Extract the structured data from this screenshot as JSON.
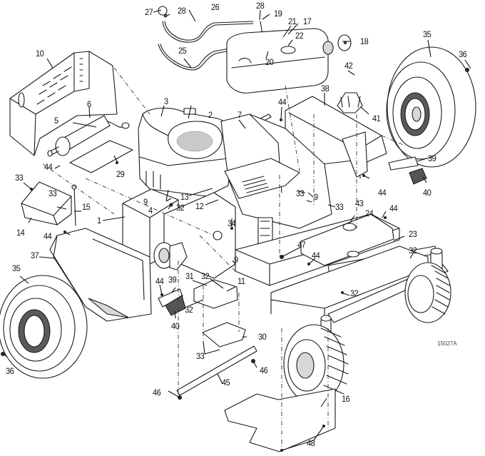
{
  "diagram": {
    "type": "exploded-parts-diagram",
    "subject": "Zero-turn mower frame, engine, fuel tank, wheels and fenders",
    "drawing_number": "15027A",
    "callouts": [
      {
        "id": "c27",
        "label": "27"
      },
      {
        "id": "c28a",
        "label": "28"
      },
      {
        "id": "c26",
        "label": "26"
      },
      {
        "id": "c28b",
        "label": "28"
      },
      {
        "id": "c19",
        "label": "19"
      },
      {
        "id": "c21",
        "label": "21"
      },
      {
        "id": "c17",
        "label": "17"
      },
      {
        "id": "c22",
        "label": "22"
      },
      {
        "id": "c18",
        "label": "18"
      },
      {
        "id": "c25",
        "label": "25"
      },
      {
        "id": "c20",
        "label": "20"
      },
      {
        "id": "c35a",
        "label": "35"
      },
      {
        "id": "c36a",
        "label": "36"
      },
      {
        "id": "c10",
        "label": "10"
      },
      {
        "id": "c42",
        "label": "42"
      },
      {
        "id": "c3",
        "label": "3"
      },
      {
        "id": "c2",
        "label": "2"
      },
      {
        "id": "c6",
        "label": "6"
      },
      {
        "id": "c5",
        "label": "5"
      },
      {
        "id": "c7",
        "label": "7"
      },
      {
        "id": "c44a",
        "label": "44"
      },
      {
        "id": "c38",
        "label": "38"
      },
      {
        "id": "c41",
        "label": "41"
      },
      {
        "id": "c44b",
        "label": "44"
      },
      {
        "id": "c29",
        "label": "29"
      },
      {
        "id": "c39a",
        "label": "39"
      },
      {
        "id": "c44c",
        "label": "44"
      },
      {
        "id": "c40a",
        "label": "40"
      },
      {
        "id": "c33a",
        "label": "33"
      },
      {
        "id": "c33b",
        "label": "33"
      },
      {
        "id": "c15",
        "label": "15"
      },
      {
        "id": "c9a",
        "label": "9"
      },
      {
        "id": "c13",
        "label": "13"
      },
      {
        "id": "c32a",
        "label": "32"
      },
      {
        "id": "c4",
        "label": "4"
      },
      {
        "id": "c12",
        "label": "12"
      },
      {
        "id": "c33c",
        "label": "33"
      },
      {
        "id": "c9b",
        "label": "9"
      },
      {
        "id": "c43",
        "label": "43"
      },
      {
        "id": "c14",
        "label": "14"
      },
      {
        "id": "c1",
        "label": "1"
      },
      {
        "id": "c44d",
        "label": "44"
      },
      {
        "id": "c34",
        "label": "34"
      },
      {
        "id": "c33d",
        "label": "33"
      },
      {
        "id": "c24",
        "label": "24"
      },
      {
        "id": "c44e",
        "label": "44"
      },
      {
        "id": "c23",
        "label": "23"
      },
      {
        "id": "c47",
        "label": "47"
      },
      {
        "id": "c44f",
        "label": "44"
      },
      {
        "id": "c32b",
        "label": "32"
      },
      {
        "id": "c37",
        "label": "37"
      },
      {
        "id": "c9c",
        "label": "9"
      },
      {
        "id": "c35b",
        "label": "35"
      },
      {
        "id": "c31",
        "label": "31"
      },
      {
        "id": "c32c",
        "label": "32"
      },
      {
        "id": "c11",
        "label": "11"
      },
      {
        "id": "c44g",
        "label": "44"
      },
      {
        "id": "c39b",
        "label": "39"
      },
      {
        "id": "c32d",
        "label": "32"
      },
      {
        "id": "c32e",
        "label": "32"
      },
      {
        "id": "c40b",
        "label": "40"
      },
      {
        "id": "c30",
        "label": "30"
      },
      {
        "id": "c33e",
        "label": "33"
      },
      {
        "id": "c46a",
        "label": "46"
      },
      {
        "id": "c36b",
        "label": "36"
      },
      {
        "id": "c45",
        "label": "45"
      },
      {
        "id": "c46b",
        "label": "46"
      },
      {
        "id": "c16",
        "label": "16"
      },
      {
        "id": "c48",
        "label": "48"
      }
    ]
  }
}
